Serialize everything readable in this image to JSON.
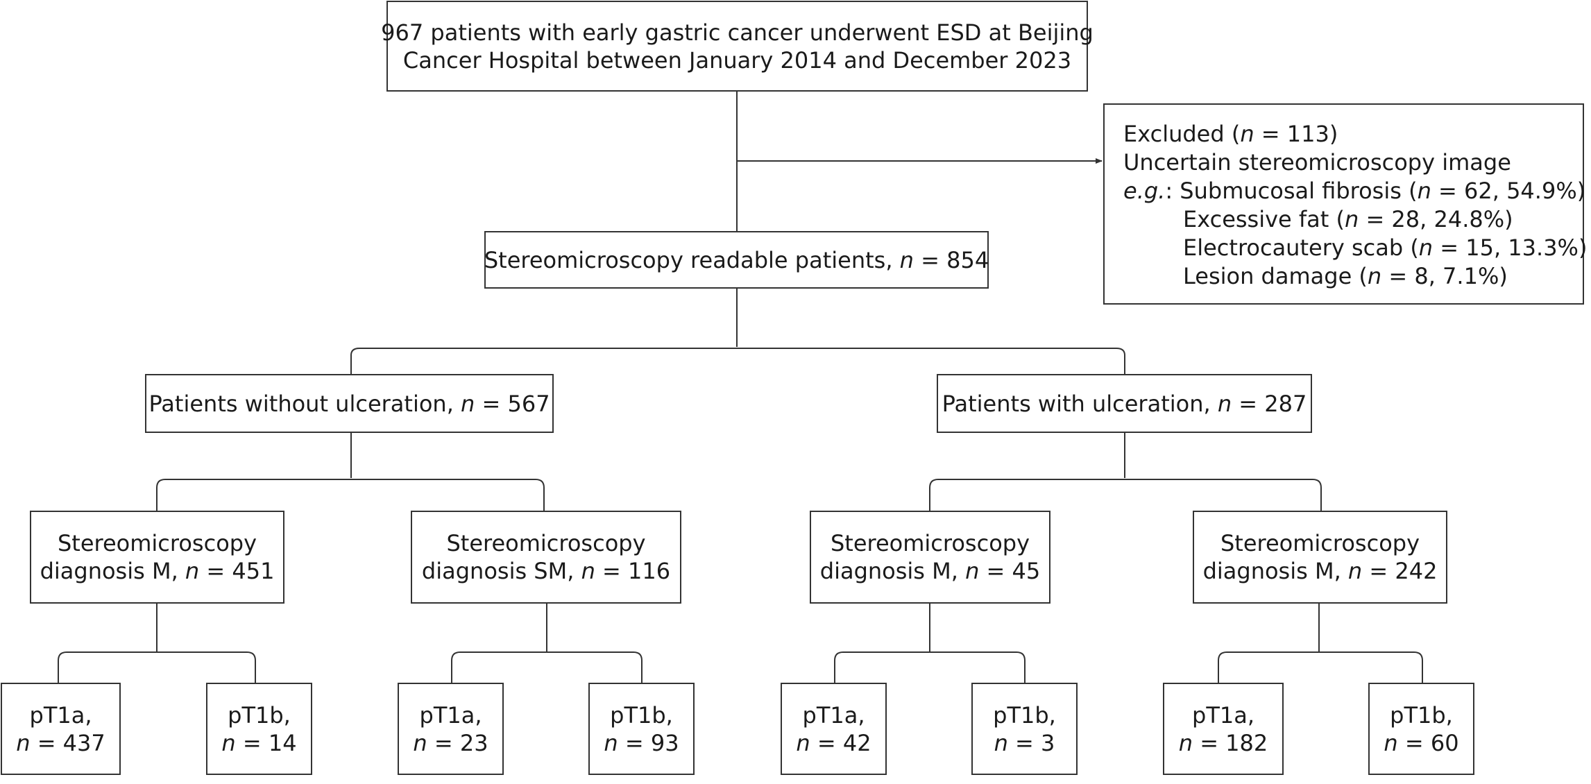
{
  "title": {
    "line1": "967 patients with early gastric cancer underwent ESD at Beijing",
    "line2": "Cancer Hospital between January 2014 and December 2023"
  },
  "excluded": {
    "heading_pre": "Excluded (",
    "n": "n",
    "heading_post": " = 113)",
    "reason": "Uncertain stereomicroscopy image",
    "eg": "e.g.",
    "items": [
      {
        "pre": ": Submucosal fibrosis (",
        "post": " = 62, 54.9%)"
      },
      {
        "pre": "Excessive fat (",
        "post": " = 28, 24.8%)"
      },
      {
        "pre": "Electrocautery scab (",
        "post": " = 15, 13.3%)"
      },
      {
        "pre": "Lesion damage (",
        "post": " = 8, 7.1%)"
      }
    ]
  },
  "readable": {
    "label": "Stereomicroscopy readable patients, ",
    "n": "n",
    "value": " = 854"
  },
  "groups": [
    {
      "label": "Patients without ulceration, ",
      "n": "n",
      "value": " = 567",
      "diagnoses": [
        {
          "line1": "Stereomicroscopy",
          "line2_pre": "diagnosis M, ",
          "n": "n",
          "value": " = 451",
          "leaves": [
            {
              "label": "pT1a,",
              "n": "n",
              "value": " = 437"
            },
            {
              "label": "pT1b,",
              "n": "n",
              "value": " = 14"
            }
          ]
        },
        {
          "line1": "Stereomicroscopy",
          "line2_pre": "diagnosis SM, ",
          "n": "n",
          "value": " = 116",
          "leaves": [
            {
              "label": "pT1a,",
              "n": "n",
              "value": " = 23"
            },
            {
              "label": "pT1b,",
              "n": "n",
              "value": " = 93"
            }
          ]
        }
      ]
    },
    {
      "label": "Patients with ulceration, ",
      "n": "n",
      "value": " = 287",
      "diagnoses": [
        {
          "line1": "Stereomicroscopy",
          "line2_pre": "diagnosis M, ",
          "n": "n",
          "value": " = 45",
          "leaves": [
            {
              "label": "pT1a,",
              "n": "n",
              "value": " = 42"
            },
            {
              "label": "pT1b,",
              "n": "n",
              "value": " = 3"
            }
          ]
        },
        {
          "line1": "Stereomicroscopy",
          "line2_pre": "diagnosis M, ",
          "n": "n",
          "value": " = 242",
          "leaves": [
            {
              "label": "pT1a,",
              "n": "n",
              "value": " = 182"
            },
            {
              "label": "pT1b,",
              "n": "n",
              "value": " = 60"
            }
          ]
        }
      ]
    }
  ]
}
